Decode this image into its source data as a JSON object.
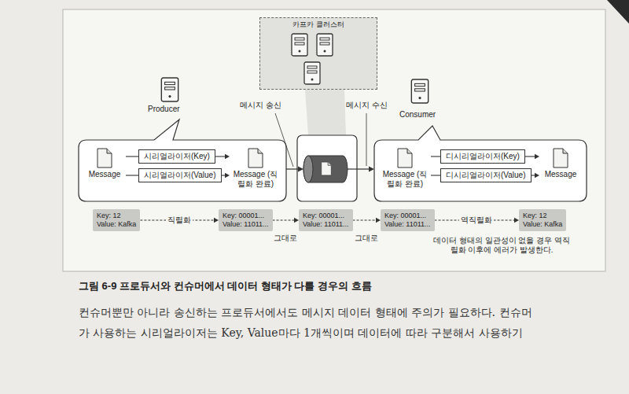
{
  "diagram": {
    "caption": "그림 6-9 프로듀서와 컨슈머에서 데이터 형태가 다를 경우의 흐름",
    "nodes": [
      {
        "text": [
          "카프카 클러스터"
        ]
      },
      {
        "text": [
          "Producer"
        ]
      },
      {
        "text": [
          "Consumer"
        ]
      },
      {
        "text": [
          "Message"
        ]
      },
      {
        "text": [
          "시리얼라이저(Key)"
        ]
      },
      {
        "text": [
          "시리얼라이저(Value)"
        ]
      },
      {
        "text": [
          "Message (직렬화 완료)"
        ]
      },
      {
        "text": [
          "Message (직렬화 완료)"
        ]
      },
      {
        "text": [
          "디시리얼라이저(Key)"
        ]
      },
      {
        "text": [
          "디시리얼라이저(Value)"
        ]
      },
      {
        "text": [
          "Message"
        ]
      },
      {
        "text": [
          "Key: 12",
          "Value: Kafka"
        ]
      },
      {
        "text": [
          "Key: 00001...",
          "Value: 11011..."
        ]
      },
      {
        "text": [
          "Key: 00001...",
          "Value: 11011..."
        ]
      },
      {
        "text": [
          "Key: 00001...",
          "Value: 11011..."
        ]
      },
      {
        "text": [
          "Key: 12",
          "Value: Kafka"
        ]
      }
    ],
    "edges": [
      {
        "from": 3,
        "to": 4,
        "arrow": "none"
      },
      {
        "from": 3,
        "to": 5,
        "arrow": "none"
      },
      {
        "from": 4,
        "to": 6,
        "arrow": "to"
      },
      {
        "from": 5,
        "to": 6,
        "arrow": "to"
      },
      {
        "from": 7,
        "to": 8,
        "arrow": "none"
      },
      {
        "from": 7,
        "to": 9,
        "arrow": "none"
      },
      {
        "from": 8,
        "to": 10,
        "arrow": "to"
      },
      {
        "from": 9,
        "to": 10,
        "arrow": "to"
      },
      {
        "from": 11,
        "to": 12,
        "label": "직렬화",
        "arrow": "to"
      },
      {
        "from": 12,
        "to": 13,
        "label": "그대로",
        "arrow": "to"
      },
      {
        "from": 13,
        "to": 14,
        "label": "그대로",
        "arrow": "to"
      },
      {
        "from": 14,
        "to": 15,
        "label": "역직렬화",
        "arrow": "to"
      }
    ],
    "labels": [
      "메시지 송신",
      "메시지 수신",
      "데이터 형태의 일관성이 없을 경우 역직렬화 이후에 에러가 발생한다.",
      "컨슈머뿐만 아니라 송신하는 프로듀서에서도 메시지 데이터 형태에 주의가 필요하다. 컨슈머",
      "가 사용하는 시리얼라이저는 Key, Value마다 1개씩이며 데이터에 따라 구분해서 사용하기"
    ]
  }
}
